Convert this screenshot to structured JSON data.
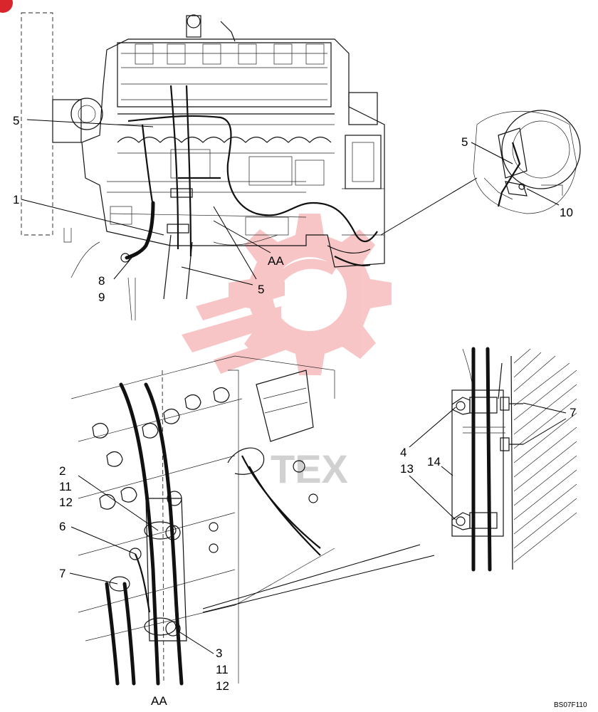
{
  "diagram": {
    "callouts": {
      "c5_top": "5",
      "c1": "1",
      "c8": "8",
      "c9": "9",
      "c_aa_top": "AA",
      "c5_mid": "5",
      "c5_detail": "5",
      "c10": "10",
      "c2": "2",
      "c11_a": "11",
      "c12_a": "12",
      "c6": "6",
      "c7_left": "7",
      "c3": "3",
      "c11_b": "11",
      "c12_b": "12",
      "c_aa_bottom": "AA",
      "c4": "4",
      "c13": "13",
      "c14": "14",
      "c7_right": "7"
    },
    "figure_code": "BS07F110",
    "watermark_text": "TEX",
    "colors": {
      "line": "#111111",
      "watermark_red": "#e8313a",
      "watermark_gray": "#9a9a9a",
      "badge_red": "#d9262c"
    }
  }
}
